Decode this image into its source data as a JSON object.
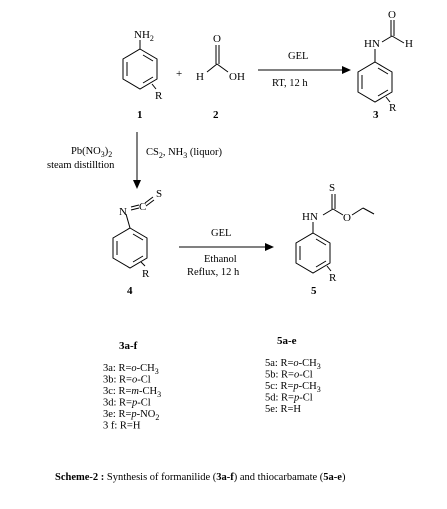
{
  "compounds": {
    "aniline": {
      "group": "NH",
      "group_sub": "2",
      "substituent": "R",
      "number": "1"
    },
    "formic_acid": {
      "h": "H",
      "oh": "OH",
      "o": "O",
      "number": "2"
    },
    "formanilide": {
      "nh": "HN",
      "h": "H",
      "o": "O",
      "substituent": "R",
      "number": "3"
    },
    "isothiocyanate": {
      "n": "N",
      "c": "C",
      "s": "S",
      "substituent": "R",
      "number": "4"
    },
    "thiocarbamate": {
      "nh": "HN",
      "o": "O",
      "s": "S",
      "substituent": "R",
      "number": "5"
    }
  },
  "plus": "+",
  "conditions": {
    "step1_top": "GEL",
    "step1_bottom": "RT, 12 h",
    "step2_left_1a": "Pb(NO",
    "step2_left_1b": "3",
    "step2_left_1c": ")",
    "step2_left_1d": "2",
    "step2_left_2": "steam distilltion",
    "step2_right_a": "CS",
    "step2_right_b": "2",
    "step2_right_c": ", NH",
    "step2_right_d": "3",
    "step2_right_e": " (liquor)",
    "step3_top": "GEL",
    "step3_mid": "Ethanol",
    "step3_bottom": "Reflux, 12 h"
  },
  "series": {
    "left_title": "3a-f",
    "right_title": "5a-e",
    "left_items": [
      {
        "id": "3a: R=",
        "italic": "o",
        "rest": "-CH",
        "sub": "3"
      },
      {
        "id": "3b: R=",
        "italic": "o",
        "rest": "-Cl",
        "sub": ""
      },
      {
        "id": "3c: R=",
        "italic": "m",
        "rest": "-CH",
        "sub": "3"
      },
      {
        "id": "3d: R=",
        "italic": "p",
        "rest": "-Cl",
        "sub": ""
      },
      {
        "id": "3e: R=",
        "italic": "p",
        "rest": "-NO",
        "sub": "2"
      },
      {
        "id": "3 f: R=H",
        "italic": "",
        "rest": "",
        "sub": ""
      }
    ],
    "right_items": [
      {
        "id": "5a: R=",
        "italic": "o",
        "rest": "-CH",
        "sub": "3"
      },
      {
        "id": "5b: R=",
        "italic": "o",
        "rest": "-Cl",
        "sub": ""
      },
      {
        "id": "5c: R=",
        "italic": "p",
        "rest": "-CH",
        "sub": "3"
      },
      {
        "id": "5d: R=",
        "italic": "p",
        "rest": "-Cl",
        "sub": ""
      },
      {
        "id": "5e: R=H",
        "italic": "",
        "rest": "",
        "sub": ""
      }
    ]
  },
  "caption": {
    "label": "Scheme-2 :",
    "text": " Synthesis of formanilide (",
    "b1": "3a-f",
    "mid": ") and thiocarbamate (",
    "b2": "5a-e",
    "end": ")"
  }
}
